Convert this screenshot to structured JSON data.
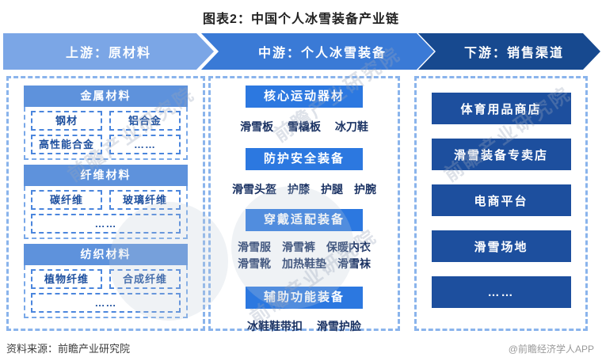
{
  "title": "图表2：中国个人冰雪装备产业链",
  "colors": {
    "upstream_arrow": "#7ba6e6",
    "midstream_arrow": "#3a7ad6",
    "downstream_arrow": "#17498f",
    "upstream_header": "#5e92dc",
    "midstream_header": "#2c78e0",
    "downstream_box": "#1d4f9e",
    "item_text": "#1d4f9e",
    "body_text": "#1a3263",
    "dashed_border": "#8ab4ec"
  },
  "chain_arrows": {
    "upstream": "上游：原材料",
    "midstream": "中游：个人冰雪装备",
    "downstream": "下游：销售渠道"
  },
  "upstream": {
    "sections": [
      {
        "title": "金属材料",
        "items": [
          "钢材",
          "铝合金",
          "高性能合金",
          "……"
        ]
      },
      {
        "title": "纤维材料",
        "items": [
          "碳纤维",
          "玻璃纤维"
        ],
        "more": "……"
      },
      {
        "title": "纺织材料",
        "items": [
          "植物纤维",
          "合成纤维"
        ],
        "more": "……"
      }
    ]
  },
  "midstream": {
    "groups": [
      {
        "title": "核心运动器材",
        "lines": [
          "滑雪板　 雪橇板　 冰刀鞋"
        ]
      },
      {
        "title": "防护安全装备",
        "lines": [
          "滑雪头盔　护膝　护腿　护腕"
        ]
      },
      {
        "title": "穿戴适配装备",
        "lines": [
          "滑雪服　滑雪裤　保暖内衣",
          "滑雪靴　加热鞋垫　滑雪袜"
        ]
      },
      {
        "title": "辅助功能装备",
        "lines": [
          "冰鞋鞋带扣　 滑雪护脸"
        ]
      }
    ]
  },
  "downstream": {
    "channels": [
      "体育用品商店",
      "滑雪装备专卖店",
      "电商平台",
      "滑雪场地",
      "……"
    ]
  },
  "footer": {
    "source": "资料来源：前瞻产业研究院",
    "credit": "@前瞻经济学人APP"
  },
  "watermark": {
    "text": "前瞻产业研究院"
  }
}
